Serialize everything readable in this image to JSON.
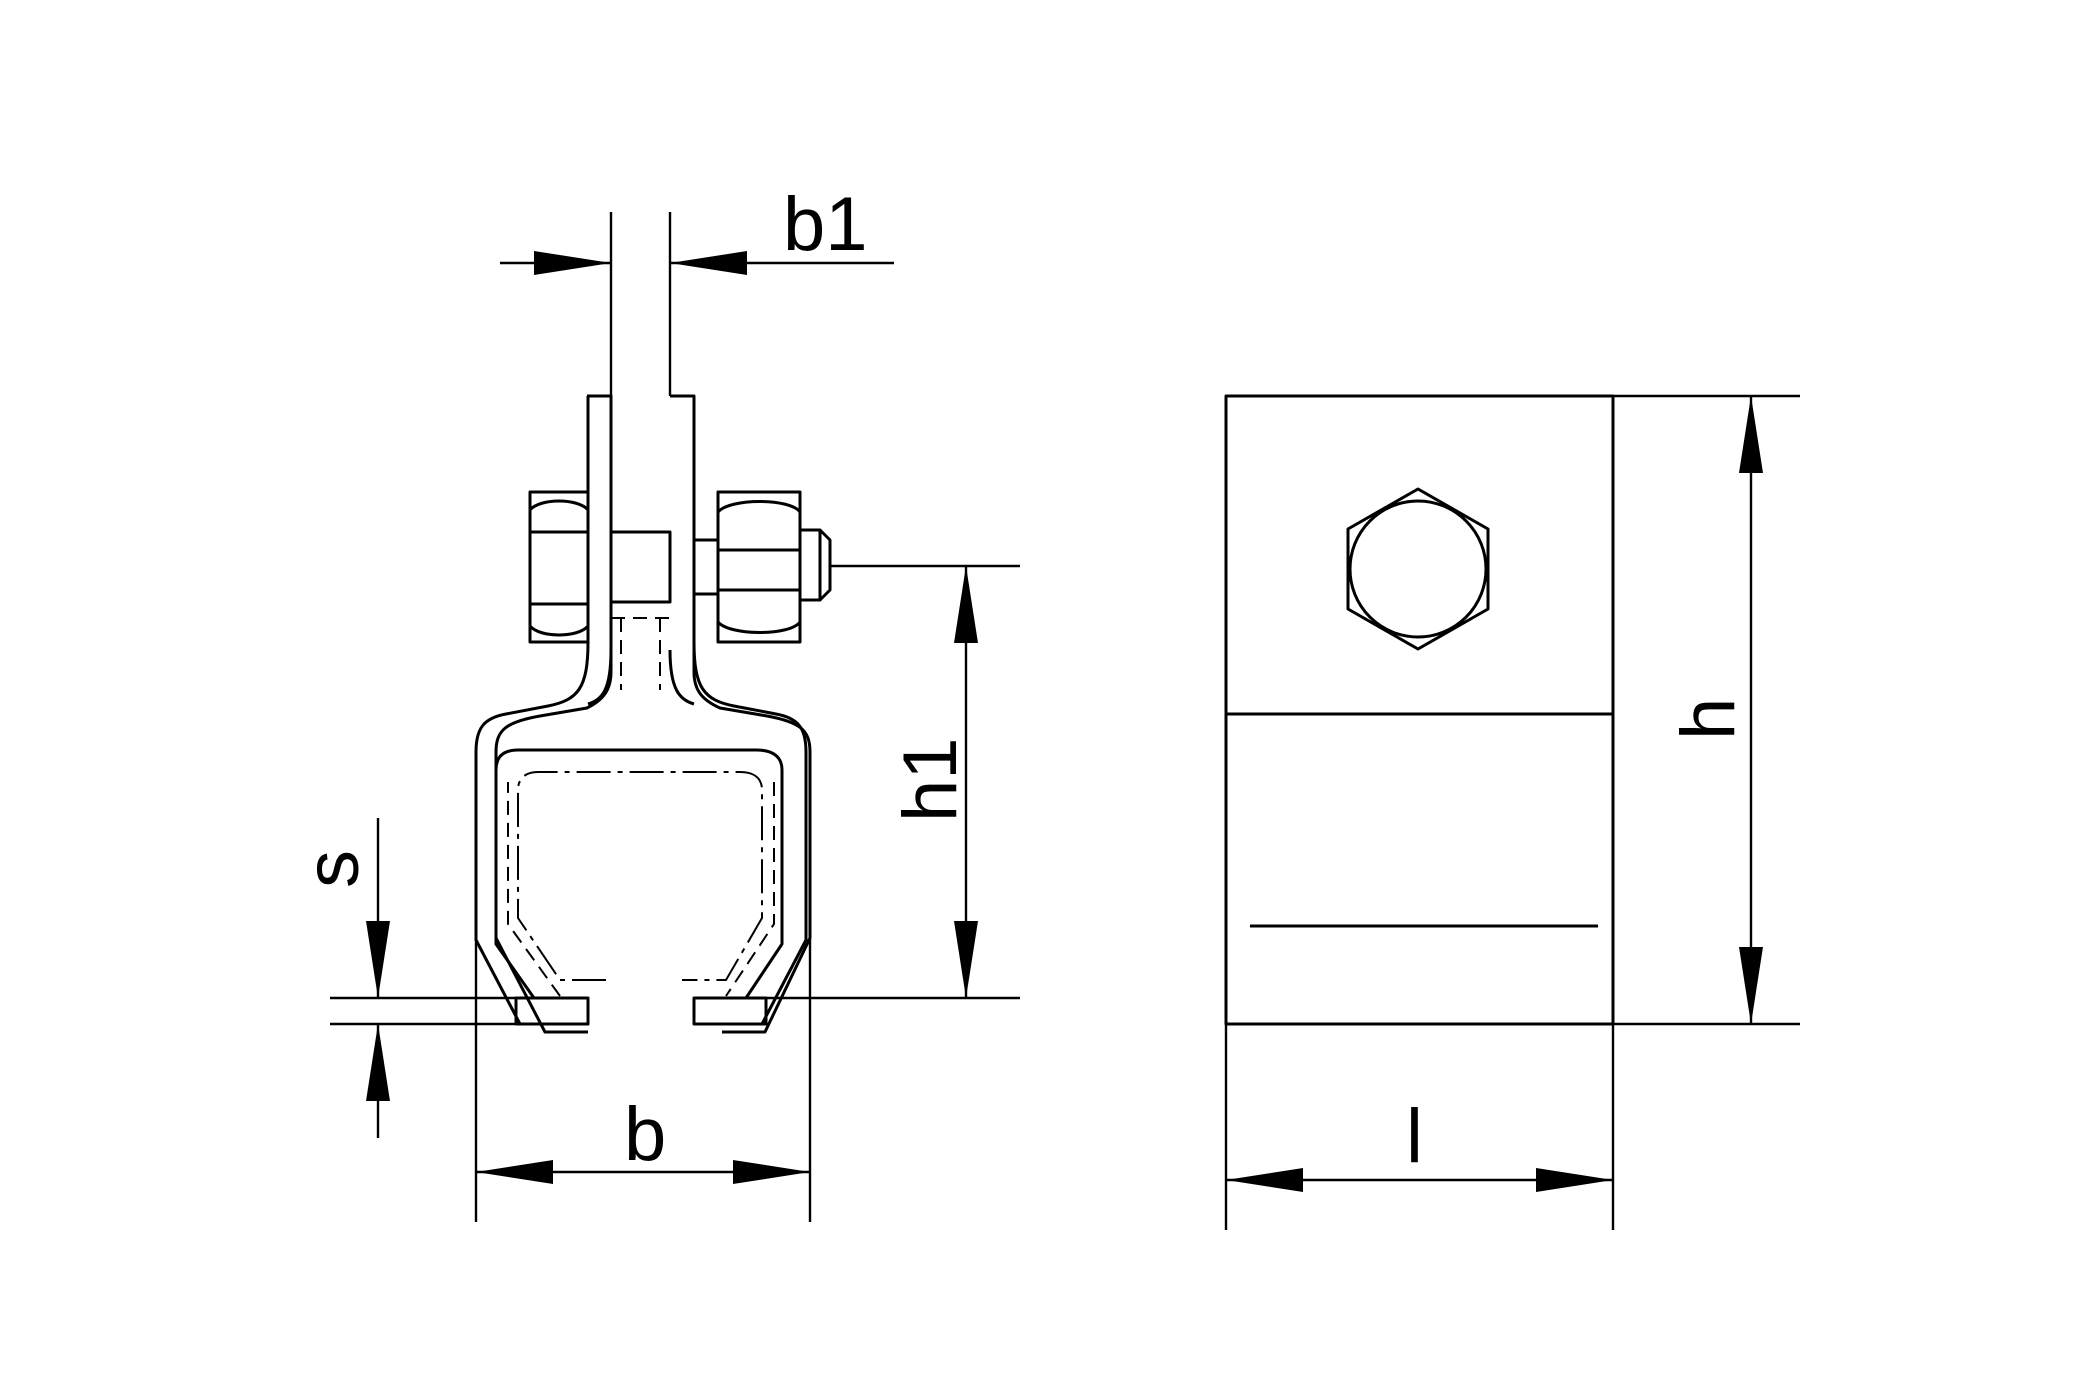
{
  "drawing": {
    "dimension_labels": {
      "b1": "b1",
      "h1": "h1",
      "s": "s",
      "b": "b",
      "l": "l",
      "h": "h"
    }
  }
}
